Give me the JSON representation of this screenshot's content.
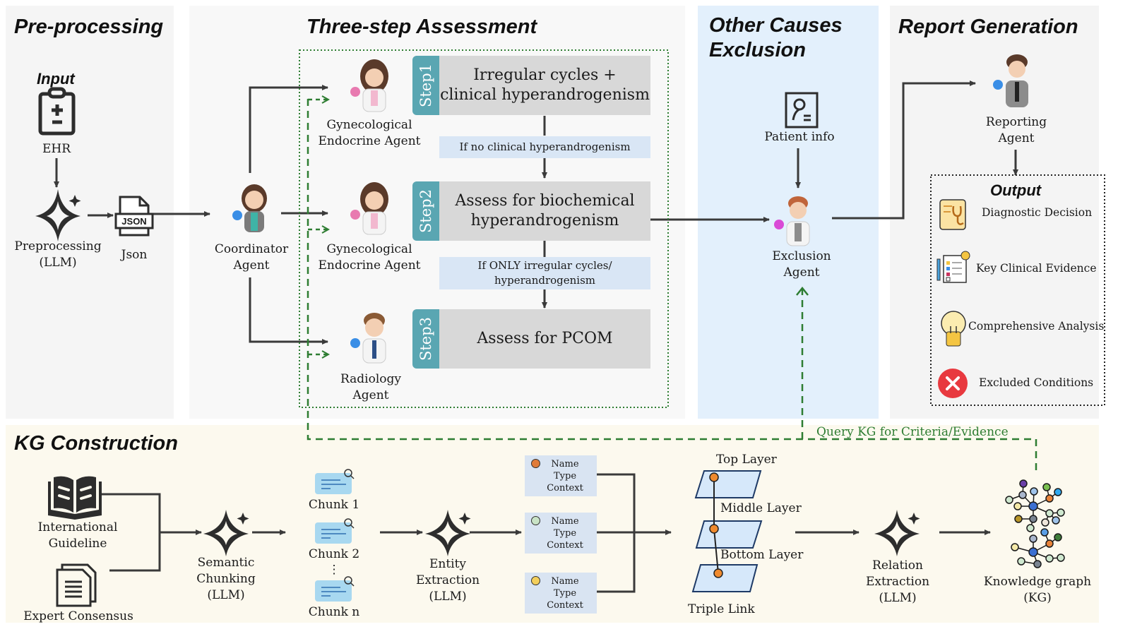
{
  "sections": {
    "preprocessing": "Pre-processing",
    "three_step": "Three-step Assessment",
    "exclusion_line1": "Other Causes",
    "exclusion_line2": "Exclusion",
    "report": "Report Generation",
    "kg": "KG Construction"
  },
  "preprocessing": {
    "input_label": "Input",
    "ehr_label": "EHR",
    "preproc_line1": "Preprocessing",
    "preproc_line2": "(LLM)",
    "json_badge": "JSON",
    "json_label": "Json"
  },
  "coordinator": {
    "line1": "Coordinator",
    "line2": "Agent"
  },
  "agents": [
    {
      "line1": "Gynecological",
      "line2": "Endocrine Agent"
    },
    {
      "line1": "Gynecological",
      "line2": "Endocrine Agent"
    },
    {
      "line1": "Radiology",
      "line2": "Agent"
    }
  ],
  "steps": [
    {
      "tab": "Step1",
      "line1": "Irregular cycles +",
      "line2": "clinical hyperandrogenism"
    },
    {
      "tab": "Step2",
      "line1": "Assess for biochemical",
      "line2": "hyperandrogenism"
    },
    {
      "tab": "Step3",
      "line1": "Assess for PCOM",
      "line2": ""
    }
  ],
  "conditions": [
    {
      "line1": "If no clinical hyperandrogenism",
      "line2": ""
    },
    {
      "line1": "If ONLY irregular cycles/",
      "line2": "hyperandrogenism"
    }
  ],
  "exclusion": {
    "patient_info": "Patient info",
    "agent_line1": "Exclusion",
    "agent_line2": "Agent"
  },
  "report": {
    "agent_line1": "Reporting",
    "agent_line2": "Agent",
    "output_title": "Output",
    "outputs": [
      {
        "label": "Diagnostic Decision",
        "icon": "diagnostic-decision-icon"
      },
      {
        "label": "Key Clinical Evidence",
        "icon": "clinical-evidence-icon"
      },
      {
        "label": "Comprehensive Analysis",
        "icon": "lightbulb-icon"
      },
      {
        "label": "Excluded Conditions",
        "icon": "excluded-x-icon"
      }
    ]
  },
  "kg": {
    "query_label": "Query KG for Criteria/Evidence",
    "guideline_line1": "International",
    "guideline_line2": "Guideline",
    "consensus": "Expert Consensus",
    "chunking_line1": "Semantic",
    "chunking_line2": "Chunking",
    "chunking_line3": "(LLM)",
    "chunks": [
      "Chunk 1",
      "Chunk 2",
      "Chunk n"
    ],
    "ellipsis": "⋮",
    "entity_line1": "Entity",
    "entity_line2": "Extraction",
    "entity_line3": "(LLM)",
    "entities": [
      {
        "name": "Name",
        "type": "Type",
        "context": "Context",
        "color": "#e07b39"
      },
      {
        "name": "Name",
        "type": "Type",
        "context": "Context",
        "color": "#c9e3c6"
      },
      {
        "name": "Name",
        "type": "Type",
        "context": "Context",
        "color": "#f3cf5c"
      }
    ],
    "layers": {
      "top": "Top Layer",
      "middle": "Middle Layer",
      "bottom": "Bottom Layer",
      "triple": "Triple Link"
    },
    "relation_line1": "Relation",
    "relation_line2": "Extraction",
    "relation_line3": "(LLM)",
    "graph_line1": "Knowledge graph",
    "graph_line2": "(KG)"
  },
  "colors": {
    "step_tab": "#5aa6b2",
    "step_box": "#d8d8d8",
    "condition_box": "#d9e6f5",
    "query_green": "#2e7d32",
    "arrow": "#3a3a3a"
  }
}
